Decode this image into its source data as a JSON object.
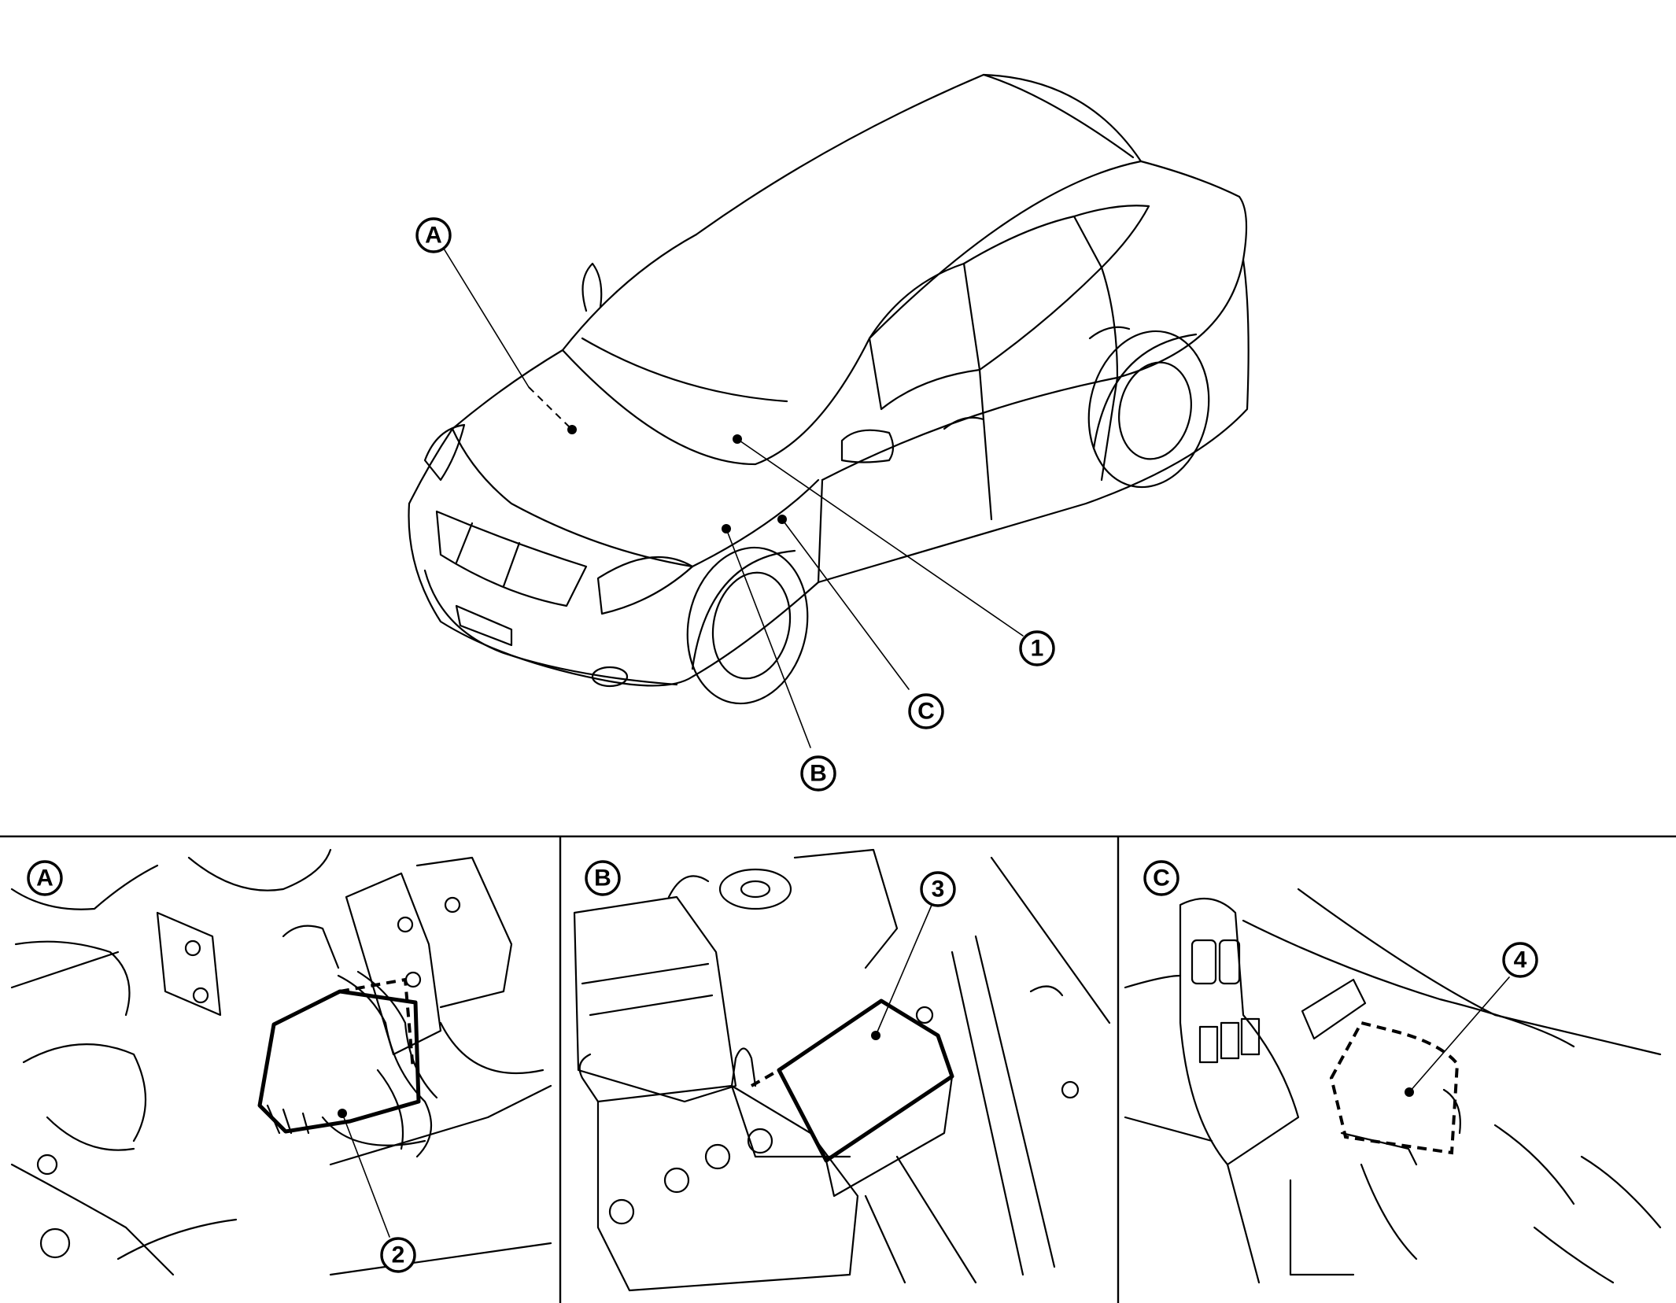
{
  "callouts": {
    "A": "A",
    "B": "B",
    "C": "C",
    "one": "1",
    "two": "2",
    "three": "3",
    "four": "4"
  },
  "panels": [
    {
      "id": "A",
      "label": "A",
      "callout": "2"
    },
    {
      "id": "B",
      "label": "B",
      "callout": "3"
    },
    {
      "id": "C",
      "label": "C",
      "callout": "4"
    }
  ]
}
